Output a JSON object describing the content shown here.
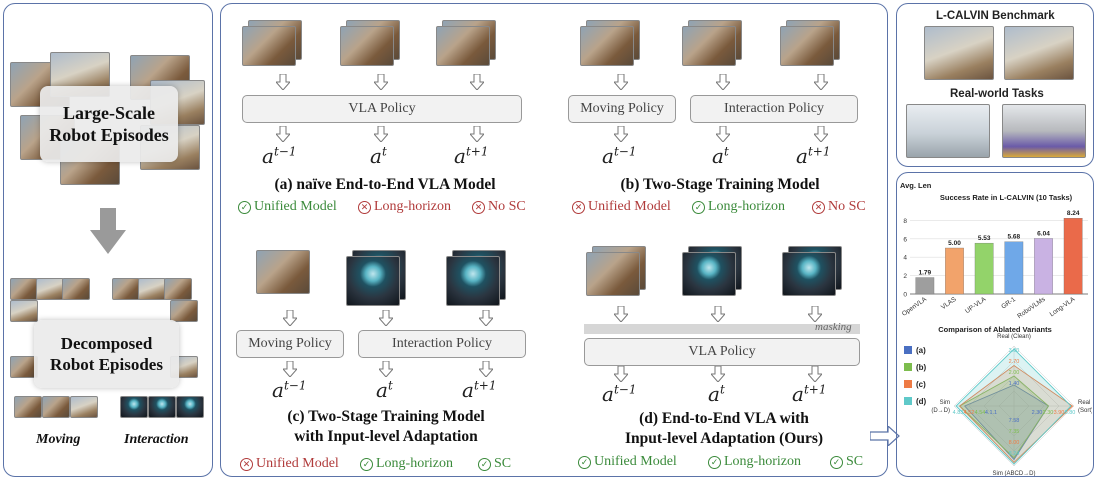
{
  "left": {
    "large_scale": [
      "Large-Scale",
      "Robot Episodes"
    ],
    "decomposed": [
      "Decomposed",
      "Robot Episodes"
    ],
    "moving": "Moving",
    "interaction": "Interaction"
  },
  "panel_a": {
    "policy": "VLA Policy",
    "outputs": [
      "t−1",
      "t",
      "t+1"
    ],
    "caption": "(a) naïve End-to-End VLA Model",
    "badges": [
      {
        "icon": "check",
        "text": "Unified Model",
        "color": "#3a8a3a"
      },
      {
        "icon": "cross",
        "text": "Long-horizon",
        "color": "#b03a3a"
      },
      {
        "icon": "cross",
        "text": "No SC",
        "color": "#b03a3a"
      }
    ]
  },
  "panel_b": {
    "policy_left": "Moving Policy",
    "policy_right": "Interaction Policy",
    "outputs": [
      "t−1",
      "t",
      "t+1"
    ],
    "caption": "(b) Two-Stage Training Model",
    "badges": [
      {
        "icon": "cross",
        "text": "Unified Model",
        "color": "#b03a3a"
      },
      {
        "icon": "check",
        "text": "Long-horizon",
        "color": "#3a8a3a"
      },
      {
        "icon": "cross",
        "text": "No SC",
        "color": "#b03a3a"
      }
    ]
  },
  "panel_c": {
    "policy_left": "Moving Policy",
    "policy_right": "Interaction Policy",
    "outputs": [
      "t−1",
      "t",
      "t+1"
    ],
    "caption_line1": "(c) Two-Stage Training Model",
    "caption_line2": "with Input-level Adaptation",
    "badges": [
      {
        "icon": "cross",
        "text": "Unified Model",
        "color": "#b03a3a"
      },
      {
        "icon": "check",
        "text": "Long-horizon",
        "color": "#3a8a3a"
      },
      {
        "icon": "check",
        "text": "SC",
        "color": "#3a8a3a"
      }
    ]
  },
  "panel_d": {
    "masking": "masking",
    "policy": "VLA Policy",
    "outputs": [
      "t−1",
      "t",
      "t+1"
    ],
    "caption_line1": "(d) End-to-End VLA with",
    "caption_line2": "Input-level Adaptation (Ours)",
    "badges": [
      {
        "icon": "check",
        "text": "Unified Model",
        "color": "#3a8a3a"
      },
      {
        "icon": "check",
        "text": "Long-horizon",
        "color": "#3a8a3a"
      },
      {
        "icon": "check",
        "text": "SC",
        "color": "#3a8a3a"
      }
    ]
  },
  "right": {
    "benchmark_title": "L-CALVIN Benchmark",
    "realworld_title": "Real-world Tasks"
  },
  "chart_data": [
    {
      "type": "bar",
      "title": "Success Rate in L-CALVIN (10 Tasks)",
      "ylabel": "Avg. Len",
      "categories": [
        "OpenVLA",
        "VLAS",
        "UP-VLA",
        "GR-1",
        "RoboVLMs",
        "Long-VLA"
      ],
      "values": [
        1.79,
        5.0,
        5.53,
        5.68,
        6.04,
        8.24
      ],
      "value_labels": [
        "1.79",
        "5.00",
        "5.53",
        "5.68",
        "6.04",
        "8.24"
      ],
      "colors": [
        "#9e9e9e",
        "#f2a36b",
        "#93d36a",
        "#6fa8e8",
        "#c9b2e3",
        "#ea6a4a"
      ],
      "yticks": [
        "0",
        "2",
        "4",
        "6",
        "8"
      ],
      "ylim": [
        0,
        10
      ],
      "grid": true
    },
    {
      "type": "radar",
      "title": "Comparison of Ablated Variants",
      "axes": [
        "Real (Clean)",
        "Real (Sort)",
        "Sim (ABCD→D)",
        "Sim (D→D)"
      ],
      "legend": [
        {
          "label": "(a)",
          "color": "#4a6fc2"
        },
        {
          "label": "(b)",
          "color": "#7dbd4e"
        },
        {
          "label": "(c)",
          "color": "#ee7b45"
        },
        {
          "label": "(d)",
          "color": "#5fc9c9"
        }
      ],
      "value_labels": {
        "top": [
          "3.80",
          "2.70",
          "2.00",
          "1.40"
        ],
        "bottom": [
          "7.58",
          "7.35",
          "8.00",
          "8.24"
        ],
        "left": [
          "4.83",
          "4.52",
          "4.54",
          "4.1.1"
        ],
        "right": [
          "3.80",
          "3.90",
          "2.30",
          "2.30"
        ]
      },
      "series": [
        {
          "name": "(a)",
          "values": [
            1.4,
            2.3,
            7.58,
            4.11
          ]
        },
        {
          "name": "(b)",
          "values": [
            2.0,
            2.3,
            7.35,
            4.52
          ]
        },
        {
          "name": "(c)",
          "values": [
            2.7,
            3.9,
            8.0,
            4.54
          ]
        },
        {
          "name": "(d)",
          "values": [
            3.8,
            3.8,
            8.24,
            4.83
          ]
        }
      ]
    }
  ]
}
